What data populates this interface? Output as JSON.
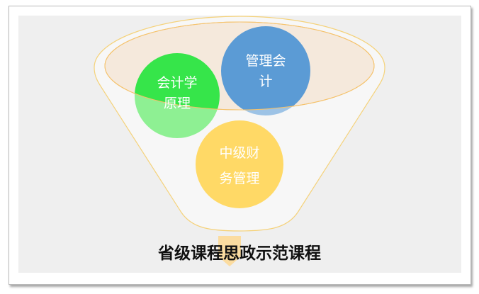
{
  "diagram": {
    "type": "funnel",
    "circles": [
      {
        "id": "green",
        "label_line1": "会计学",
        "label_line2": "原理",
        "color": "#3ee94f"
      },
      {
        "id": "blue",
        "label_line1": "管理会",
        "label_line2": "计",
        "color": "#5b9bd5"
      },
      {
        "id": "yellow",
        "label_line1": "中级财",
        "label_line2": "务管理",
        "color": "#ffd966"
      }
    ],
    "title": "省级课程思政示范课程",
    "colors": {
      "panel": "#efefef",
      "funnel_fill": "#f7f7f7",
      "funnel_stroke": "#f5d27a",
      "ellipse_fill": "#f5e9dc",
      "arrow": "#fbdca0"
    }
  }
}
